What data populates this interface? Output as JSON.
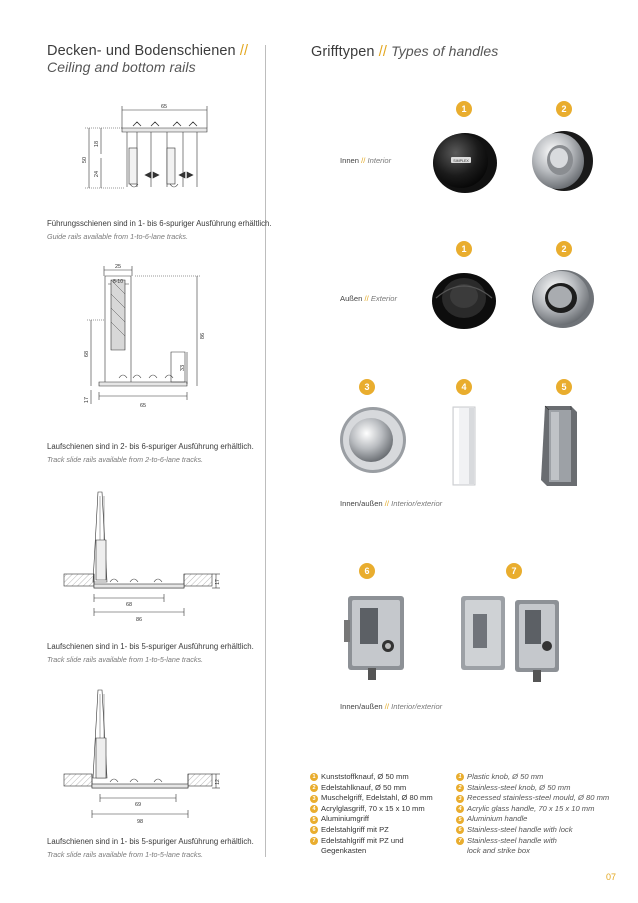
{
  "left": {
    "title_de": "Decken- und Bodenschienen",
    "title_sep": "//",
    "title_en": "Ceiling and bottom rails",
    "diagrams": [
      {
        "dims": [
          "65",
          "50",
          "18",
          "24"
        ],
        "caption_de": "Führungsschienen sind in 1- bis 6-spuriger Ausführung erhältlich.",
        "caption_en": "Guide rails available from 1-to-6-lane tracks."
      },
      {
        "dims": [
          "25",
          "8-10",
          "68",
          "86",
          "17",
          "33",
          "65"
        ],
        "caption_de": "Laufschienen sind in 2- bis 6-spuriger Ausführung erhältlich.",
        "caption_en": "Track slide rails available from 2-to-6-lane tracks."
      },
      {
        "dims": [
          "17",
          "68",
          "86"
        ],
        "caption_de": "Laufschienen sind in 1- bis 5-spuriger Ausführung erhältlich.",
        "caption_en": "Track slide rails available from 1-to-5-lane tracks."
      },
      {
        "dims": [
          "12",
          "69",
          "98"
        ],
        "caption_de": "Laufschienen sind in 1- bis 5-spuriger Ausführung erhältlich.",
        "caption_en": "Track slide rails available from 1-to-5-lane tracks."
      }
    ]
  },
  "right": {
    "title_de": "Grifftypen",
    "title_sep": "//",
    "title_en": "Types of handles",
    "rows": [
      {
        "label_de": "Innen",
        "label_en": "Interior",
        "badges": [
          "1",
          "2"
        ]
      },
      {
        "label_de": "Außen",
        "label_en": "Exterior",
        "badges": [
          "1",
          "2"
        ]
      },
      {
        "label_de": "Innen/außen",
        "label_en": "Interior/exterior",
        "badges": [
          "3",
          "4",
          "5"
        ]
      },
      {
        "label_de": "Innen/außen",
        "label_en": "Interior/exterior",
        "badges": [
          "6",
          "7"
        ]
      }
    ],
    "knob_brand": "SIMPLEX",
    "list_de": [
      {
        "n": "1",
        "text": "Kunststoffknauf, Ø 50 mm"
      },
      {
        "n": "2",
        "text": "Edelstahlknauf, Ø 50 mm"
      },
      {
        "n": "3",
        "text": "Muschelgriff, Edelstahl, Ø 80 mm"
      },
      {
        "n": "4",
        "text": "Acrylglasgriff, 70 x 15 x 10 mm"
      },
      {
        "n": "5",
        "text": "Aluminiumgriff"
      },
      {
        "n": "6",
        "text": "Edelstahlgriff mit PZ"
      },
      {
        "n": "7",
        "text": "Edelstahlgriff mit PZ und Gegenkasten"
      }
    ],
    "list_en": [
      {
        "n": "1",
        "text": "Plastic knob, Ø 50 mm"
      },
      {
        "n": "2",
        "text": "Stainless-steel knob, Ø 50 mm"
      },
      {
        "n": "3",
        "text": "Recessed stainless-steel mould, Ø 80 mm"
      },
      {
        "n": "4",
        "text": "Acrylic glass handle, 70 x 15 x 10 mm"
      },
      {
        "n": "5",
        "text": "Aluminium handle"
      },
      {
        "n": "6",
        "text": "Stainless-steel handle with lock"
      },
      {
        "n": "7",
        "text": "Stainless-steel handle with",
        "text2": "lock and strike box"
      }
    ]
  },
  "page_number": "07",
  "colors": {
    "accent": "#e9ad2e",
    "text": "#3a3a3a",
    "divider": "#bdbdbd"
  }
}
